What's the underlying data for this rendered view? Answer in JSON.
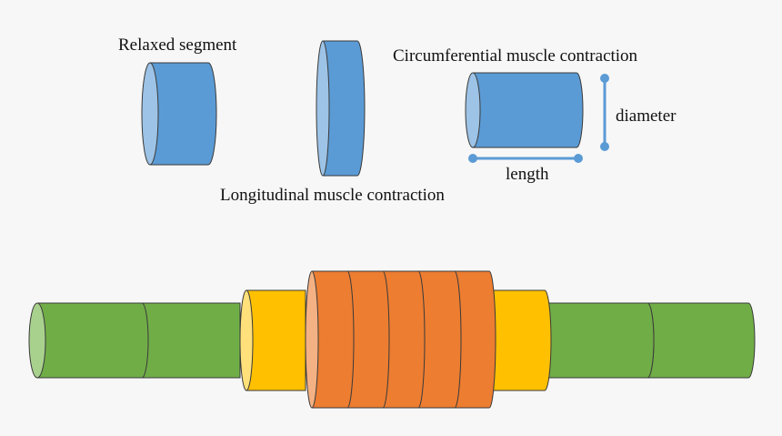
{
  "labels": {
    "relaxed": "Relaxed segment",
    "longitudinal": "Longitudinal muscle contraction",
    "circumferential": "Circumferential muscle contraction",
    "diameter": "diameter",
    "length": "length"
  },
  "colors": {
    "background": "#f7f7f7",
    "blue_body": "#5b9bd5",
    "blue_face": "#9dc3e6",
    "green_body": "#70ad47",
    "green_face": "#a9d18e",
    "yellow_body": "#ffc000",
    "yellow_face": "#ffe07a",
    "orange_body": "#ed7d31",
    "orange_face": "#f4b183",
    "outline": "#3a3a3a"
  },
  "legend_marks": [
    "diameter-indicator",
    "length-indicator"
  ],
  "tube": {
    "sequence": [
      "green",
      "green",
      "yellow",
      "orange",
      "orange",
      "orange",
      "orange",
      "orange",
      "yellow",
      "green",
      "green"
    ]
  }
}
